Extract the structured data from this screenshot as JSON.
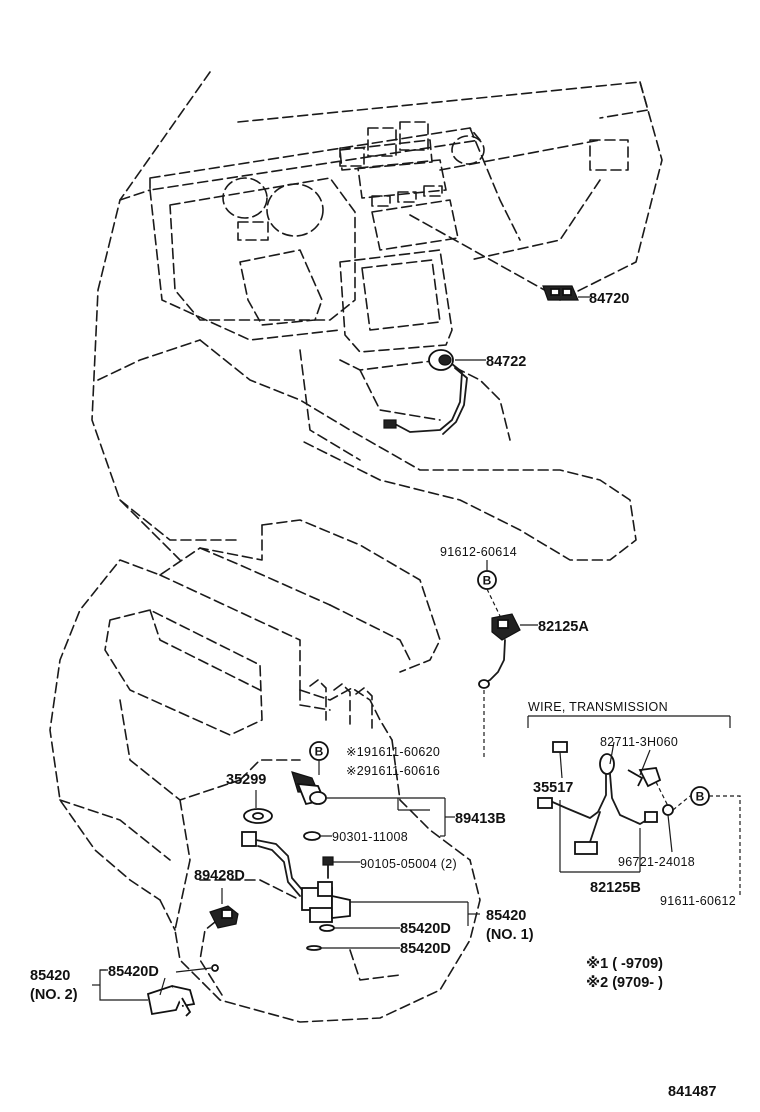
{
  "labels": {
    "p84720": "84720",
    "p84722": "84722",
    "p91612": "91612-60614",
    "p82125A": "82125A",
    "wire_title": "WIRE, TRANSMISSION",
    "p82711": "82711-3H060",
    "p35517": "35517",
    "p96721": "96721-24018",
    "p82125B": "82125B",
    "p91611": "91611-60612",
    "p191611": "※191611-60620",
    "p291611": "※291611-60616",
    "p35299": "35299",
    "p90301": "90301-11008",
    "p89413B": "89413B",
    "p90105": "90105-05004 (2)",
    "p89428D": "89428D",
    "p85420D_a": "85420D",
    "p85420_no1": "85420",
    "p85420D_b": "85420D",
    "no1": "(NO. 1)",
    "p85420_no2": "85420",
    "p85420D_c": "85420D",
    "no2": "(NO. 2)",
    "note1": "※1 (         -9709)",
    "note2": "※2 (9709-         )",
    "drawing_number": "841487",
    "circle_b": "B"
  }
}
